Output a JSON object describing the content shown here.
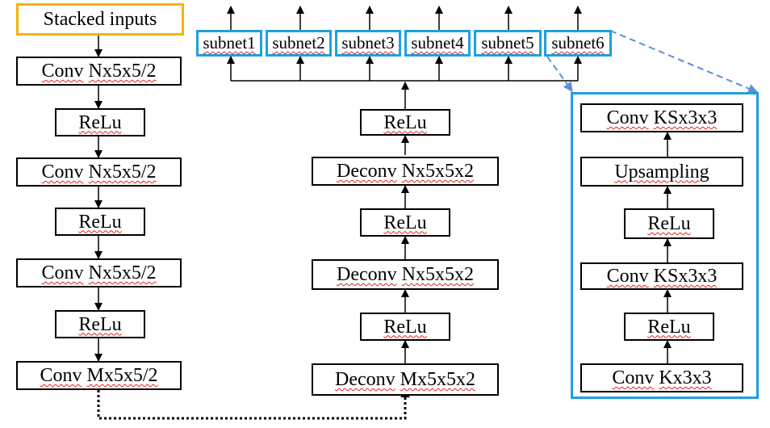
{
  "encoder": {
    "input": "Stacked inputs",
    "layers": [
      {
        "op": "Conv",
        "param": "Nx5x5/2"
      },
      {
        "op": "ReLu",
        "param": ""
      },
      {
        "op": "Conv",
        "param": "Nx5x5/2"
      },
      {
        "op": "ReLu",
        "param": ""
      },
      {
        "op": "Conv",
        "param": "Nx5x5/2"
      },
      {
        "op": "ReLu",
        "param": ""
      },
      {
        "op": "Conv",
        "param": "Mx5x5/2"
      }
    ]
  },
  "decoder": {
    "layers": [
      {
        "op": "ReLu",
        "param": ""
      },
      {
        "op": "Deconv",
        "param": "Nx5x5x2"
      },
      {
        "op": "ReLu",
        "param": ""
      },
      {
        "op": "Deconv",
        "param": "Nx5x5x2"
      },
      {
        "op": "ReLu",
        "param": ""
      },
      {
        "op": "Deconv",
        "param": "Mx5x5x2"
      }
    ]
  },
  "subnets": [
    "subnet1",
    "subnet2",
    "subnet3",
    "subnet4",
    "subnet5",
    "subnet6"
  ],
  "subnet_detail": {
    "layers": [
      {
        "op": "Conv",
        "param": "KSx3x3"
      },
      {
        "op": "Upsampling",
        "param": ""
      },
      {
        "op": "ReLu",
        "param": ""
      },
      {
        "op": "Conv",
        "param": "KSx3x3"
      },
      {
        "op": "ReLu",
        "param": ""
      },
      {
        "op": "Conv",
        "param": "Kx3x3"
      }
    ]
  },
  "colors": {
    "input_border": "#f5b400",
    "subnet_border": "#1ea0e0",
    "connector": "#5b8fd6",
    "squiggle": "#e02020"
  }
}
